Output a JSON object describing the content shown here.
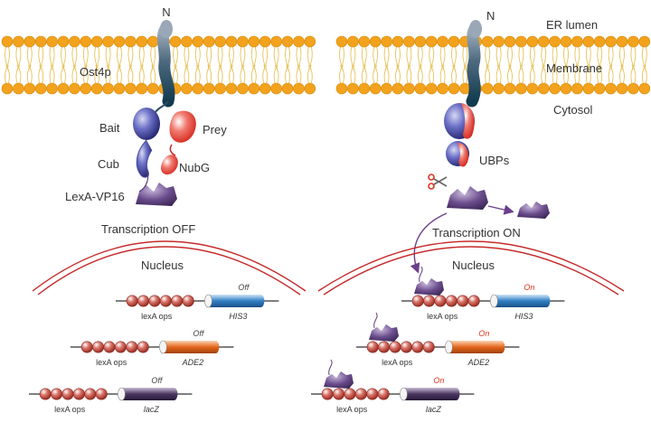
{
  "left": {
    "n_terminus": "N",
    "membrane_protein": "Ost4p",
    "bait": "Bait",
    "prey": "Prey",
    "cub": "Cub",
    "nubg": "NubG",
    "lexa": "LexA-VP16",
    "state": "Transcription OFF",
    "nucleus": "Nucleus",
    "genes": [
      {
        "operator": "lexA ops",
        "gene": "HIS3",
        "status": "Off"
      },
      {
        "operator": "lexA ops",
        "gene": "ADE2",
        "status": "Off"
      },
      {
        "operator": "lexA ops",
        "gene": "lacZ",
        "status": "Off"
      }
    ]
  },
  "right": {
    "n_terminus": "N",
    "er_lumen": "ER lumen",
    "membrane": "Membrane",
    "cytosol": "Cytosol",
    "ubps": "UBPs",
    "state": "Transcription ON",
    "nucleus": "Nucleus",
    "genes": [
      {
        "operator": "lexA ops",
        "gene": "HIS3",
        "status": "On"
      },
      {
        "operator": "lexA ops",
        "gene": "ADE2",
        "status": "On"
      },
      {
        "operator": "lexA ops",
        "gene": "lacZ",
        "status": "On"
      }
    ]
  },
  "colors": {
    "lipid_head": "#f2a21c",
    "lipid_tail": "#e8c25a",
    "bait_blue": "#3b3f9b",
    "prey_red": "#e0271f",
    "lexa_purple": "#5a3f78",
    "operator_red": "#b0453a",
    "his3_blue": "#2f7fc4",
    "ade2_orange": "#e2661c",
    "lacz_purple": "#4a3560",
    "nucleus_line": "#c62a2a",
    "on_text": "#e0341f"
  },
  "icons": [
    "scissors-icon",
    "arrow-icon"
  ]
}
